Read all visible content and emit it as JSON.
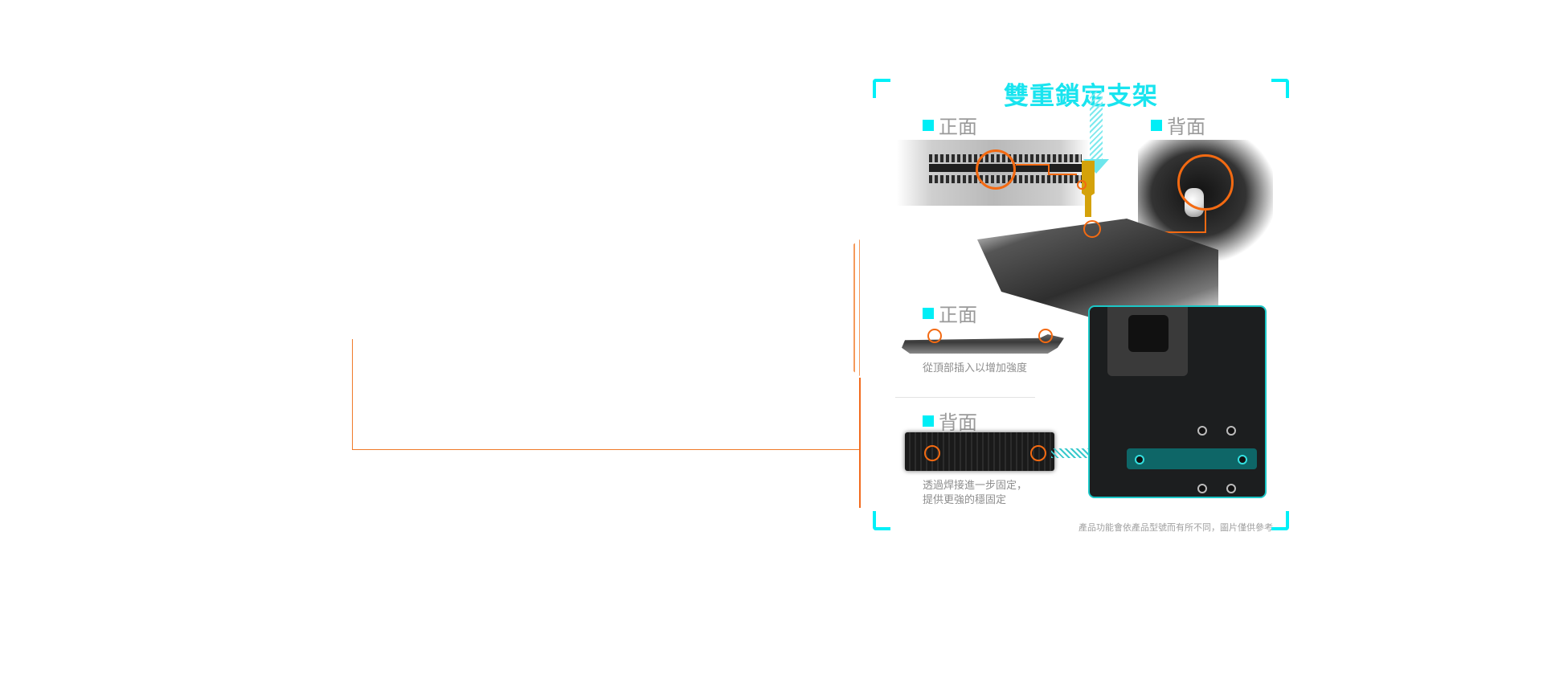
{
  "colors": {
    "accent_cyan": "#19e4ef",
    "callout_orange": "#f36a12",
    "label_gray": "#9a9a9a",
    "latch_gold": "#d4a20a"
  },
  "panel": {
    "title": "雙重鎖定支架",
    "sections": [
      {
        "label": "正面",
        "position": "top-left"
      },
      {
        "label": "背面",
        "position": "top-right"
      },
      {
        "label": "正面",
        "position": "middle-left",
        "caption": "從頂部插入以增加強度"
      },
      {
        "label": "背面",
        "position": "bottom-left",
        "caption_lines": [
          "透過焊接進一步固定，",
          "提供更強的穩固定"
        ]
      }
    ],
    "disclaimer": "產品功能會依產品型號而有所不同，圖片僅供參考"
  },
  "icons": {
    "bullet": "square-bullet-icon",
    "arrow_down": "hatched-arrow-down-icon",
    "arrow_right": "hatched-arrow-right-icon",
    "callout": "orange-ring-callout-icon"
  }
}
